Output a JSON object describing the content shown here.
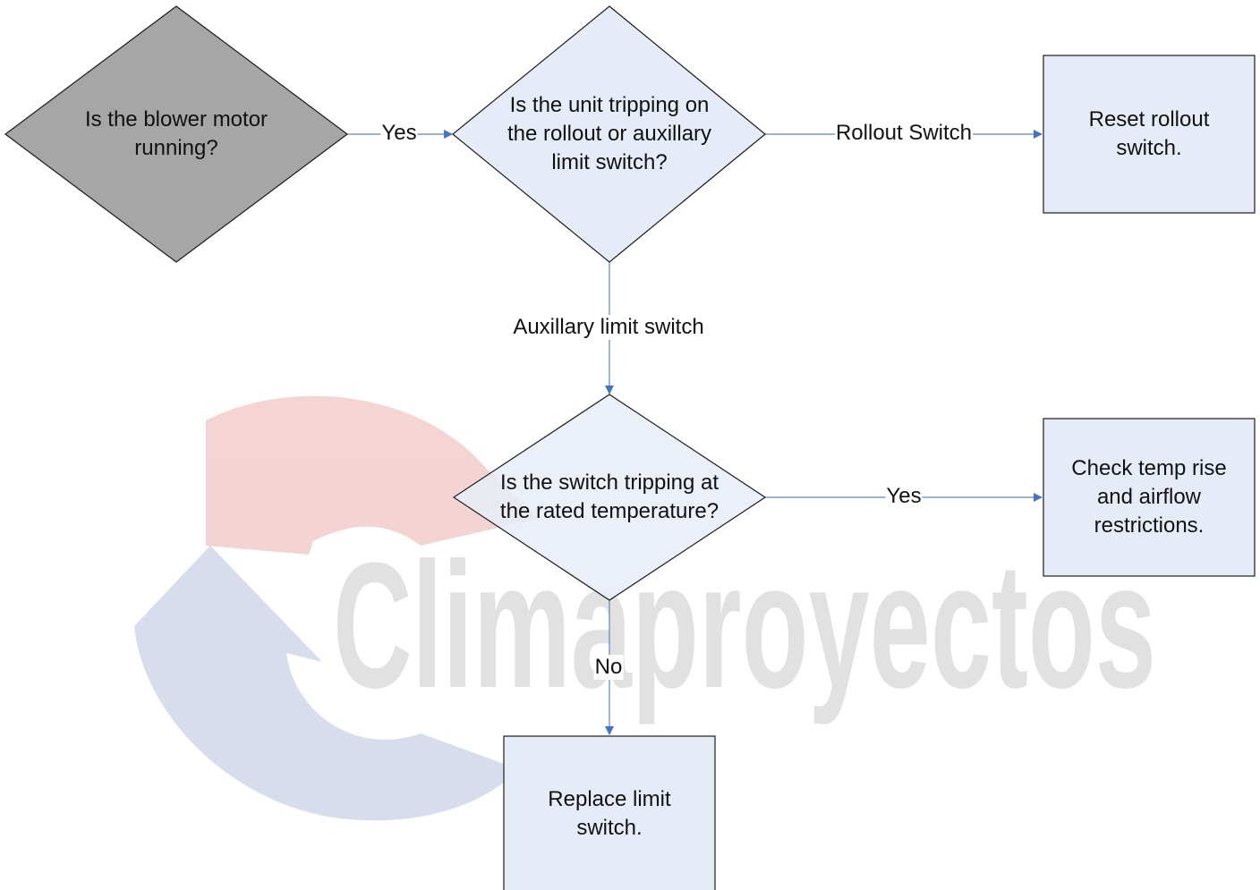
{
  "watermark": {
    "text": "Climaproyectos",
    "text_color": "#bdbdbd",
    "arrow_colors": [
      "#e8a0a0",
      "#a8b4d8"
    ]
  },
  "colors": {
    "node_fill": "#e6ecf7",
    "start_fill": "#a6a6a6",
    "stroke": "#1a1a1a",
    "edge": "#5b87c7",
    "arrowhead": "#4472c4"
  },
  "nodes": {
    "blower_question": {
      "text": "Is the blower motor\nrunning?"
    },
    "tripping_question": {
      "text": "Is the unit tripping on\nthe rollout or auxillary\nlimit switch?"
    },
    "reset_rollout": {
      "text": "Reset rollout\nswitch."
    },
    "rated_temp_question": {
      "text": "Is the switch tripping at\nthe rated temperature?"
    },
    "check_temp_rise": {
      "text": "Check temp rise\nand airflow\nrestrictions."
    },
    "replace_limit": {
      "text": "Replace limit\nswitch."
    }
  },
  "edges": {
    "blower_yes": "Yes",
    "rollout_switch": "Rollout Switch",
    "auxillary_limit": "Auxillary limit switch",
    "rated_yes": "Yes",
    "rated_no": "No"
  }
}
